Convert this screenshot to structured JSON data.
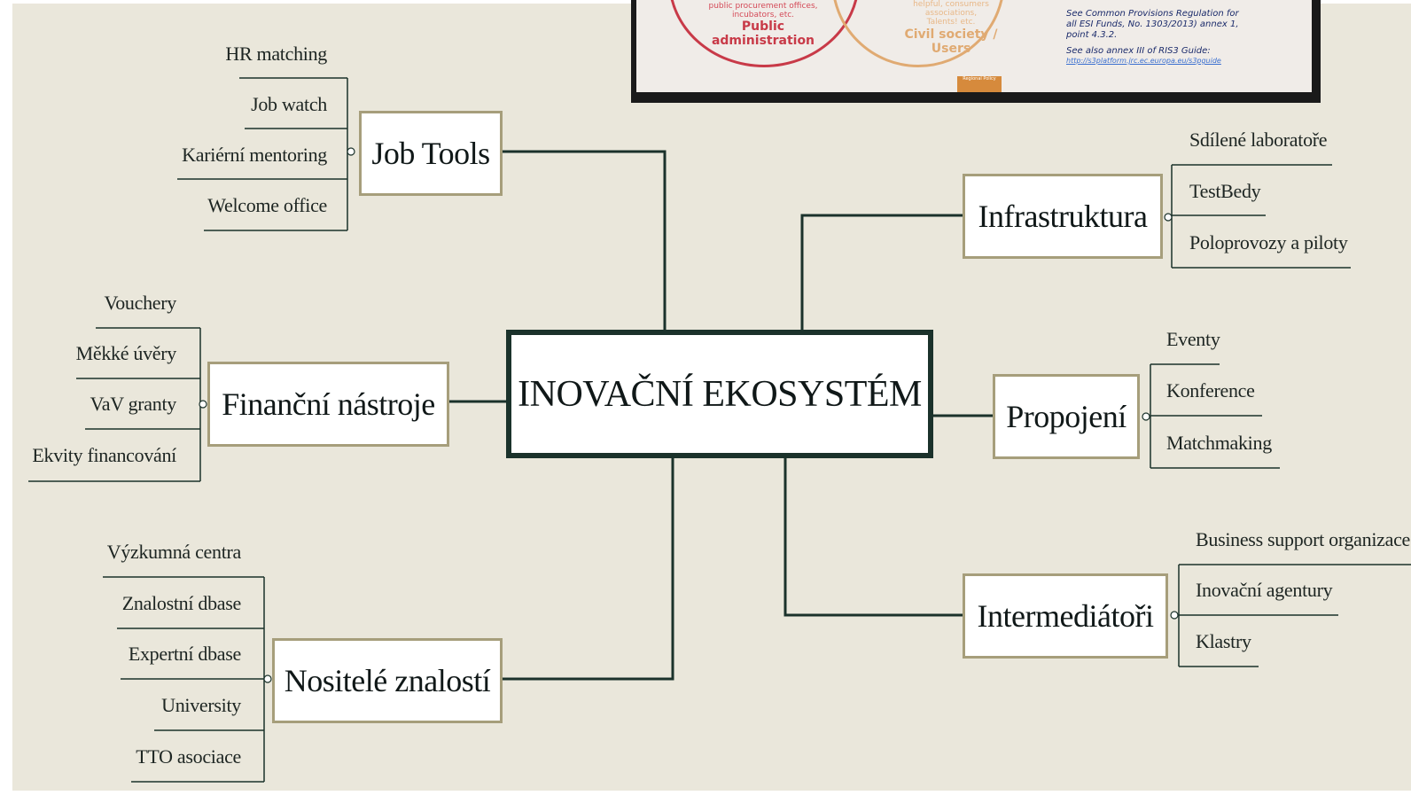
{
  "photo": {
    "pa_small": "public procurement offices,",
    "pa_small2": "incubators, etc.",
    "pa_title1": "Public",
    "pa_title2": "administration",
    "cs_small": "helpful, consumers",
    "cs_small2": "associations,",
    "cs_small3": "Talents! etc.",
    "cs_title1": "Civil society /",
    "cs_title2": "Users",
    "note1": "See Common Provisions Regulation for",
    "note2": "all ESI Funds, No. 1303/2013) annex 1,",
    "note3": "point 4.3.2.",
    "note4": "See also annex III of RIS3 Guide:",
    "note5": "http://s3platform.jrc.ec.europa.eu/s3pguide",
    "badge": "Regional Policy",
    "colors": {
      "red": "#c83a48",
      "orange": "#e0aa72",
      "link": "#3a6fd0"
    }
  },
  "mindmap": {
    "center": "INOVAČNÍ EKOSYSTÉM",
    "branches": {
      "job_tools": {
        "label": "Job Tools",
        "items": [
          "HR matching",
          "Job watch",
          "Kariérní mentoring",
          "Welcome office"
        ]
      },
      "financni": {
        "label": "Finanční nástroje",
        "items": [
          "Vouchery",
          "Měkké úvěry",
          "VaV granty",
          "Ekvity financování"
        ]
      },
      "nositele": {
        "label": "Nositelé znalostí",
        "items": [
          "Výzkumná centra",
          "Znalostní dbase",
          "Expertní dbase",
          "University",
          "TTO asociace"
        ]
      },
      "infrastruktura": {
        "label": "Infrastruktura",
        "items": [
          "Sdílené laboratoře",
          "TestBedy",
          "Poloprovozy a piloty"
        ]
      },
      "propojeni": {
        "label": "Propojení",
        "items": [
          "Eventy",
          "Konference",
          "Matchmaking"
        ]
      },
      "intermediatori": {
        "label": "Intermediátoři",
        "items": [
          "Business support organizace",
          "Inovační agentury",
          "Klastry"
        ]
      }
    },
    "colors": {
      "background": "#eae7db",
      "center_border": "#1b322b",
      "branch_border": "#a69e7b",
      "line": "#1b322b"
    }
  }
}
